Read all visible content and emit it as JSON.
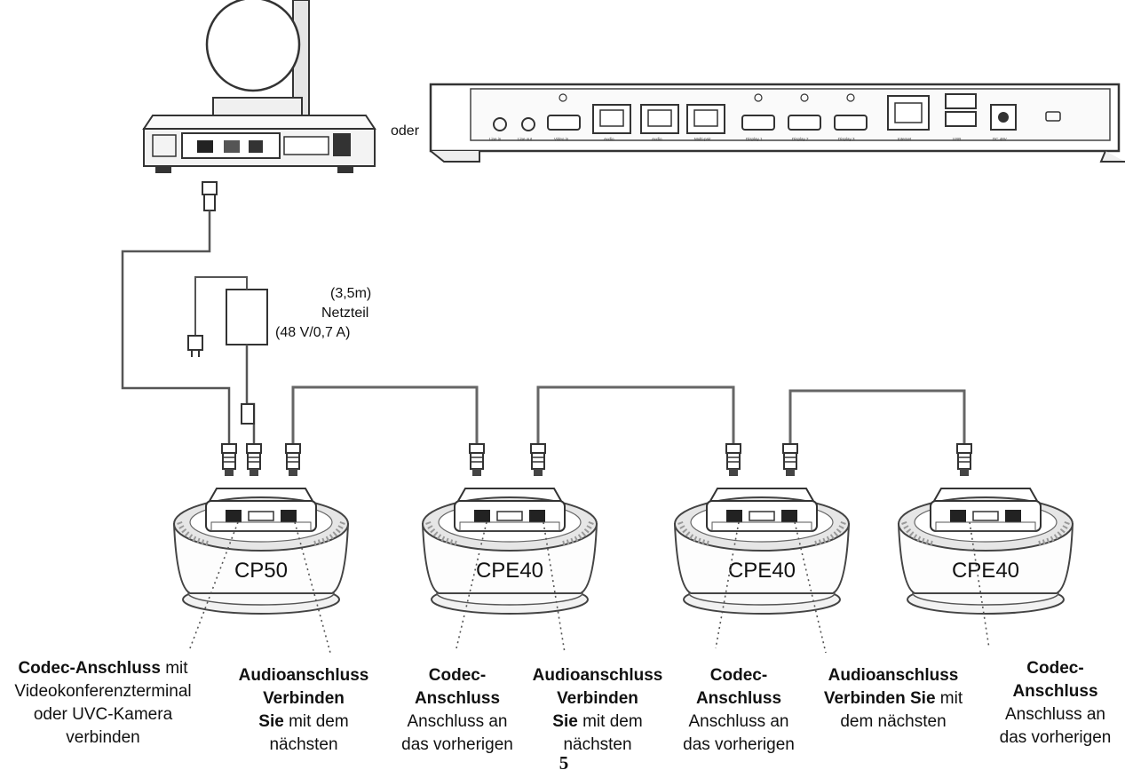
{
  "hub_alt_label": "oder",
  "power_supply": {
    "length": "(3,5m)",
    "name": "Netzteil",
    "rating": "(48 V/0,7 A)"
  },
  "devices": [
    "CP50",
    "CPE40",
    "CPE40",
    "CPE40"
  ],
  "hub_ports": [
    "Line in",
    "Line out",
    "Video in",
    "Audio",
    "Audio",
    "Multi-pair",
    "Display 1",
    "Display 2",
    "Display 3",
    "Internet",
    "USB",
    "DC 48V"
  ],
  "labels": [
    {
      "b1": "Codec-Anschluss",
      "n1": " mit",
      "b2": "",
      "n2": "Videokonferenzterminal",
      "n3": "oder UVC-Kamera",
      "n4": "verbinden"
    },
    {
      "b1": "Audioanschluss",
      "n1": "",
      "b2": "Verbinden",
      "n2": "",
      "n3b": "Sie",
      "n3": " mit dem",
      "n4": "nächsten"
    },
    {
      "b1": "Codec-",
      "b2": "Anschluss",
      "n3": "Anschluss an",
      "n4": "das vorherigen"
    },
    {
      "b1": "Audioanschluss",
      "b2": "Verbinden",
      "n3b": "Sie",
      "n3": " mit dem",
      "n4": "nächsten"
    },
    {
      "b1": "Codec-",
      "b2": "Anschluss",
      "n3": "Anschluss an",
      "n4": "das vorherigen"
    },
    {
      "b1": "Audioanschluss",
      "b2": "Verbinden Sie",
      "n2": " mit",
      "n3": "dem nächsten"
    },
    {
      "b1": "Codec-",
      "b2": "Anschluss",
      "n3": "Anschluss an",
      "n4": "das vorherigen"
    }
  ],
  "page_number": "5"
}
